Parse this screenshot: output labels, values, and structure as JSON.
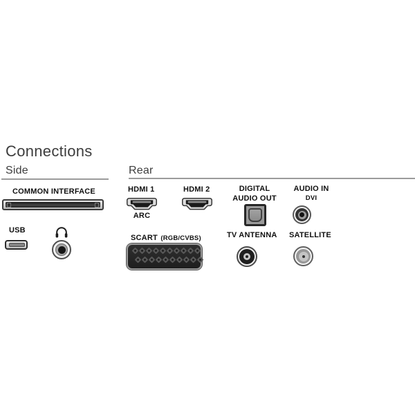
{
  "title": "Connections",
  "sections": {
    "side": "Side",
    "rear": "Rear"
  },
  "side": {
    "common_interface_label": "COMMON INTERFACE",
    "usb_label": "USB",
    "headphones_icon": "headphones-icon"
  },
  "rear": {
    "hdmi1_label": "HDMI 1",
    "hdmi1_sublabel": "ARC",
    "hdmi2_label": "HDMI 2",
    "digital_audio_out_line1": "DIGITAL",
    "digital_audio_out_line2": "AUDIO OUT",
    "audio_in_label": "AUDIO IN",
    "audio_in_sublabel": "DVI",
    "scart_label": "SCART",
    "scart_sublabel": "(RGB/CVBS)",
    "tv_antenna_label": "TV ANTENNA",
    "satellite_label": "SATELLITE"
  },
  "colors": {
    "heading_text": "#3d3d3d",
    "label_text": "#101010",
    "rule_gray": "#9b9b9b",
    "port_dark": "#1e1e1e",
    "port_light": "#ececec"
  }
}
